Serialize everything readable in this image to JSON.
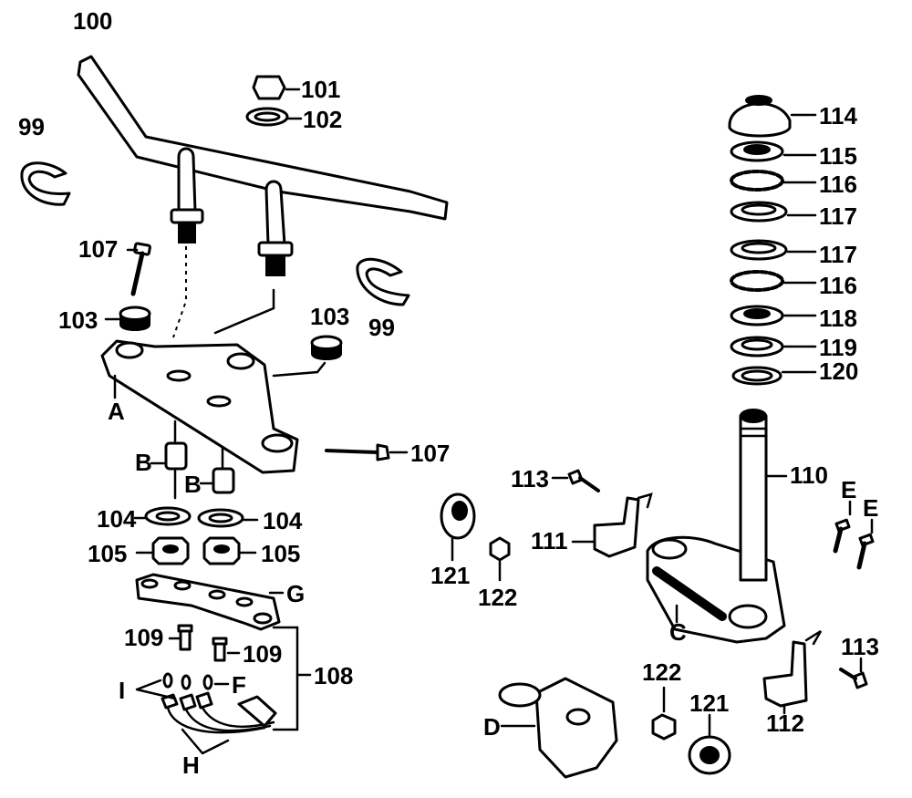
{
  "labels": {
    "l100": "100",
    "l101": "101",
    "l102": "102",
    "l99a": "99",
    "l99b": "99",
    "l107a": "107",
    "l107b": "107",
    "l103a": "103",
    "l103b": "103",
    "lA": "A",
    "lB1": "B",
    "lB2": "B",
    "l104a": "104",
    "l104b": "104",
    "l105a": "105",
    "l105b": "105",
    "lG": "G",
    "l109a": "109",
    "l109b": "109",
    "l108": "108",
    "lI": "I",
    "lF": "F",
    "lH": "H",
    "l114": "114",
    "l115": "115",
    "l116a": "116",
    "l117a": "117",
    "l117b": "117",
    "l116b": "116",
    "l118": "118",
    "l119": "119",
    "l120": "120",
    "l110": "110",
    "lE1": "E",
    "lE2": "E",
    "l113a": "113",
    "l113b": "113",
    "l111": "111",
    "l112": "112",
    "l121a": "121",
    "l121b": "121",
    "l122a": "122",
    "l122b": "122",
    "lC": "C",
    "lD": "D"
  }
}
